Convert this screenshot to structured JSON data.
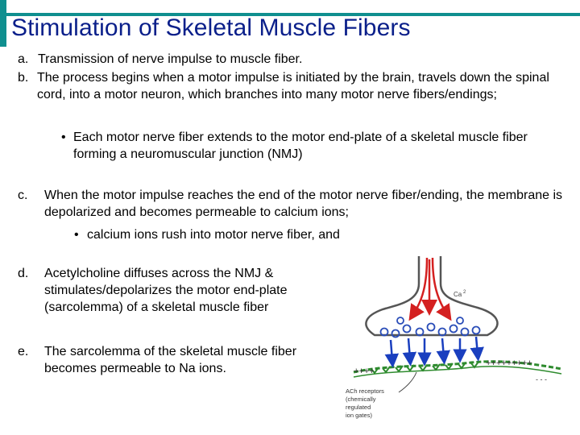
{
  "title": "Stimulation of Skeletal Muscle Fibers",
  "items": [
    {
      "marker": "a.",
      "text": "Transmission of nerve impulse to muscle fiber."
    },
    {
      "marker": "b.",
      "text": "The process begins when a motor impulse is initiated by the brain, travels down the spinal cord, into a motor neuron, which branches into many motor nerve fibers/endings;"
    },
    {
      "marker": "c.",
      "text": "When the motor impulse reaches the end of the motor nerve fiber/ending, the membrane is depolarized and becomes permeable to calcium ions;"
    },
    {
      "marker": "d.",
      "text": "Acetylcholine diffuses across the NMJ & stimulates/depolarizes the motor end-plate (sarcolemma) of a skeletal muscle fiber"
    },
    {
      "marker": "e.",
      "text": "The sarcolemma of the skeletal muscle fiber becomes permeable to Na ions."
    }
  ],
  "bullets": [
    {
      "dot": "•",
      "text": "Each motor nerve fiber extends to the motor end-plate of a skeletal muscle fiber forming a neuromuscular junction (NMJ)"
    },
    {
      "dot": "•",
      "text": "calcium ions rush into motor nerve fiber, and"
    }
  ],
  "diagram": {
    "ca_label": "Ca",
    "ca_superscript": "2",
    "plus_left": "++++",
    "plus_right": "+++++++++",
    "minus_right": "- - -",
    "receptor_label": [
      "ACh receptors",
      "(chemically",
      "regulated",
      "ion gates)"
    ]
  },
  "colors": {
    "title": "#0a1f8a",
    "accent_bar": "#0f8f8f",
    "calcium_arrow": "#d42020",
    "ach_arrow": "#1a3fbf",
    "receptor": "#2e8b2e"
  }
}
